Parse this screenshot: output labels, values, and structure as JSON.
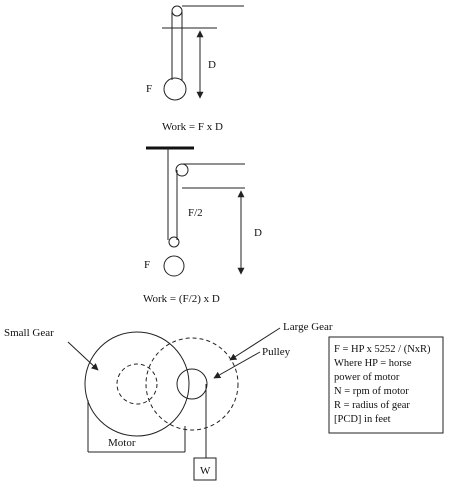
{
  "diagram1": {
    "force_label": "F",
    "distance_label": "D",
    "formula": "Work = F x D"
  },
  "diagram2": {
    "force_label": "F",
    "half_force_label": "F/2",
    "distance_label": "D",
    "formula": "Work = (F/2) x D"
  },
  "diagram3": {
    "small_gear_label": "Small Gear",
    "large_gear_label": "Large Gear",
    "pulley_label": "Pulley",
    "motor_label": "Motor",
    "weight_label": "W"
  },
  "formula_box": {
    "lines": [
      "F = HP x 5252 / (NxR)",
      "Where HP = horse",
      "power of motor",
      "N = rpm of motor",
      "R = radius of gear",
      "[PCD] in feet"
    ]
  }
}
